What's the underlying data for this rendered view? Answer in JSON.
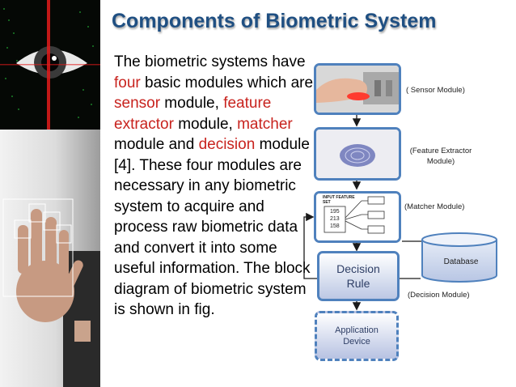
{
  "slide": {
    "title": "Components of Biometric System",
    "body": {
      "p1": "The biometric systems have ",
      "h1": "four",
      "p2": " basic modules which are ",
      "h2": "sensor",
      "p3": " module, ",
      "h3": "feature extractor",
      "p4": " module, ",
      "h4": "matcher",
      "p5": " module and ",
      "h5": "decision",
      "p6": " module [4]. These four modules are necessary in any biometric system to acquire and process raw biometric data and convert it into some useful information. The block diagram of biometric system is shown in fig."
    },
    "highlight_color": "#c8231e"
  },
  "diagram": {
    "sensor_label": "( Sensor Module)",
    "feature_label": "(Feature Extractor Module)",
    "matcher_label": "(Matcher Module)",
    "decision_label": "(Decision Module)",
    "decision_box": "Decision Rule",
    "database": "Database",
    "application": "Application Device",
    "matcher_inset": {
      "header": "INPUT FEATURE SET",
      "values": [
        "195",
        "213",
        "158"
      ]
    },
    "accent_color": "#4f81bd"
  }
}
